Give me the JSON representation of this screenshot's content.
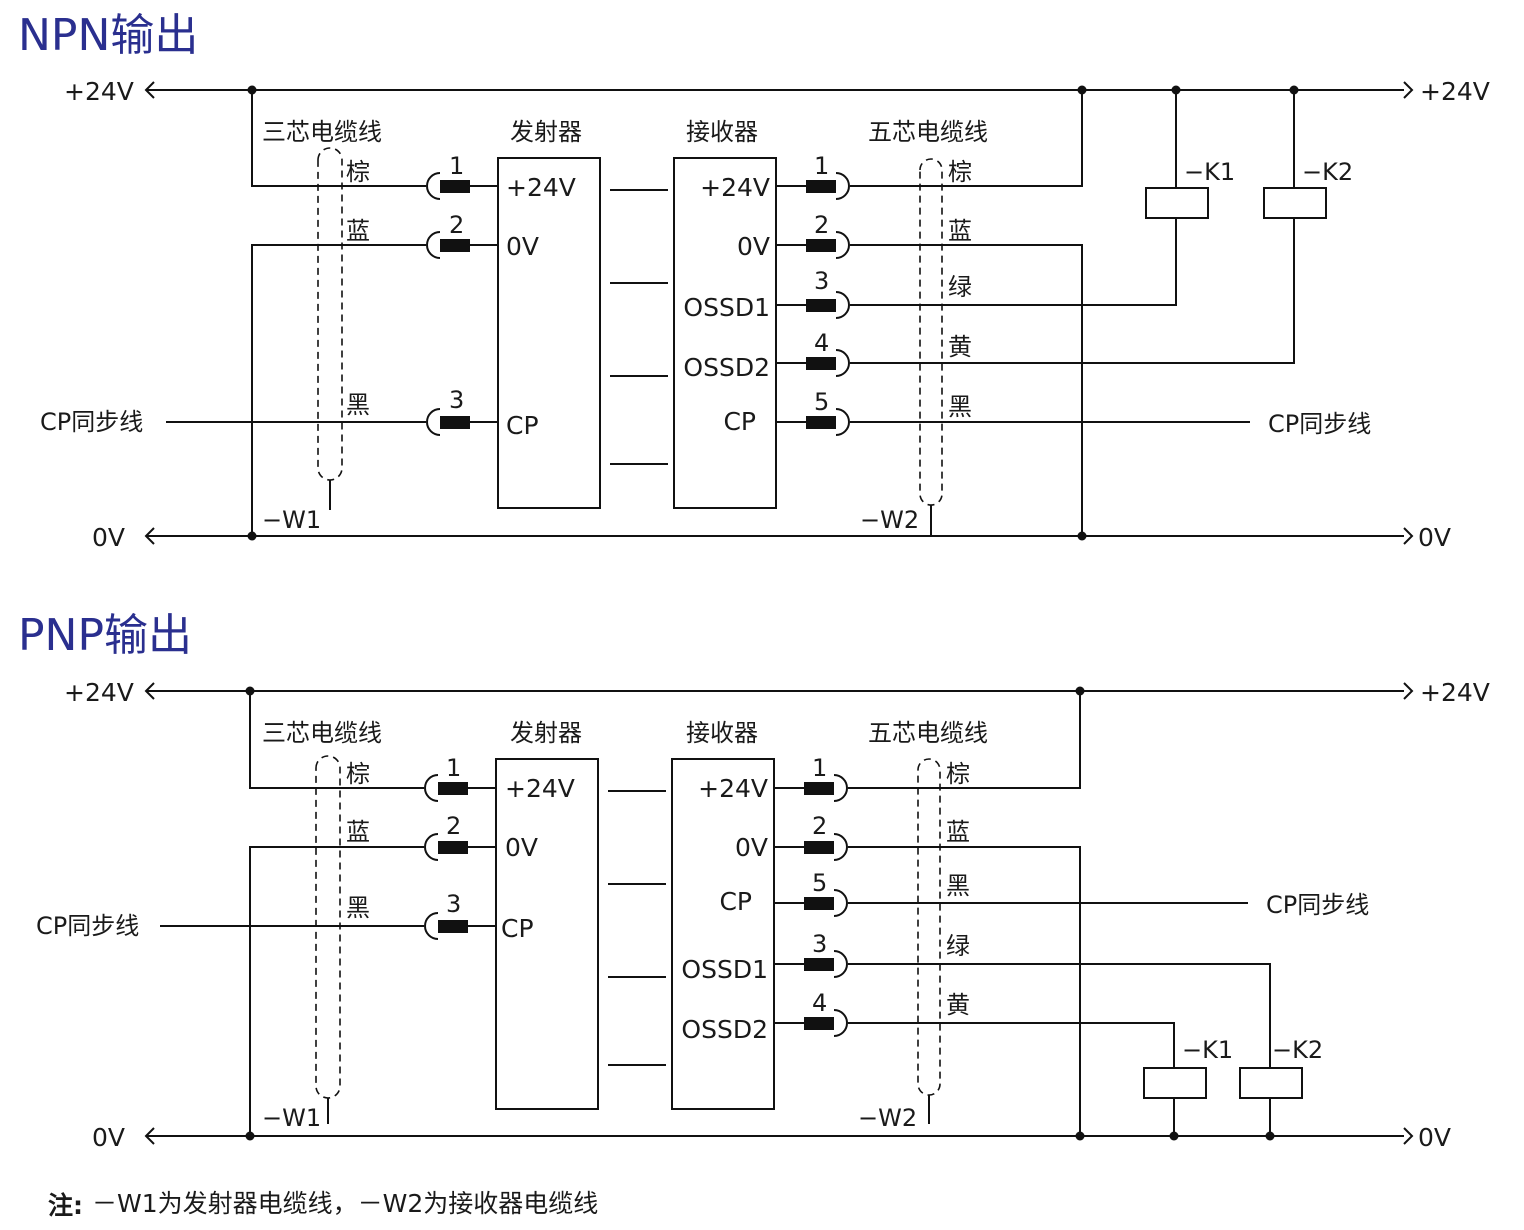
{
  "colors": {
    "title": "#2a2f8f",
    "line": "#111111"
  },
  "npn": {
    "title": "NPN输出",
    "plus24_left": "+24V",
    "plus24_right": "+24V",
    "zero_left": "0V",
    "zero_right": "0V",
    "cable3": "三芯电缆线",
    "cable5": "五芯电缆线",
    "emitter": "发射器",
    "receiver": "接收器",
    "cp_left": "CP同步线",
    "cp_right": "CP同步线",
    "w1": "−W1",
    "w2": "−W2",
    "k1": "−K1",
    "k2": "−K2",
    "emitter_pins": [
      {
        "num": "1",
        "color": "棕",
        "label": "+24V"
      },
      {
        "num": "2",
        "color": "蓝",
        "label": "0V"
      },
      {
        "num": "3",
        "color": "黑",
        "label": "CP"
      }
    ],
    "receiver_pins": [
      {
        "num": "1",
        "color": "棕",
        "label": "+24V"
      },
      {
        "num": "2",
        "color": "蓝",
        "label": "0V"
      },
      {
        "num": "3",
        "color": "绿",
        "label": "OSSD1"
      },
      {
        "num": "4",
        "color": "黄",
        "label": "OSSD2"
      },
      {
        "num": "5",
        "color": "黑",
        "label": "CP"
      }
    ]
  },
  "pnp": {
    "title": "PNP输出",
    "plus24_left": "+24V",
    "plus24_right": "+24V",
    "zero_left": "0V",
    "zero_right": "0V",
    "cable3": "三芯电缆线",
    "cable5": "五芯电缆线",
    "emitter": "发射器",
    "receiver": "接收器",
    "cp_left": "CP同步线",
    "cp_right": "CP同步线",
    "w1": "−W1",
    "w2": "−W2",
    "k1": "−K1",
    "k2": "−K2",
    "emitter_pins": [
      {
        "num": "1",
        "color": "棕",
        "label": "+24V"
      },
      {
        "num": "2",
        "color": "蓝",
        "label": "0V"
      },
      {
        "num": "3",
        "color": "黑",
        "label": "CP"
      }
    ],
    "receiver_pins": [
      {
        "num": "1",
        "color": "棕",
        "label": "+24V"
      },
      {
        "num": "2",
        "color": "蓝",
        "label": "0V"
      },
      {
        "num": "5",
        "color": "黑",
        "label": "CP"
      },
      {
        "num": "3",
        "color": "绿",
        "label": "OSSD1"
      },
      {
        "num": "4",
        "color": "黄",
        "label": "OSSD2"
      }
    ]
  },
  "note": {
    "prefix": "注:",
    "text": "－W1为发射器电缆线，－W2为接收器电缆线"
  }
}
